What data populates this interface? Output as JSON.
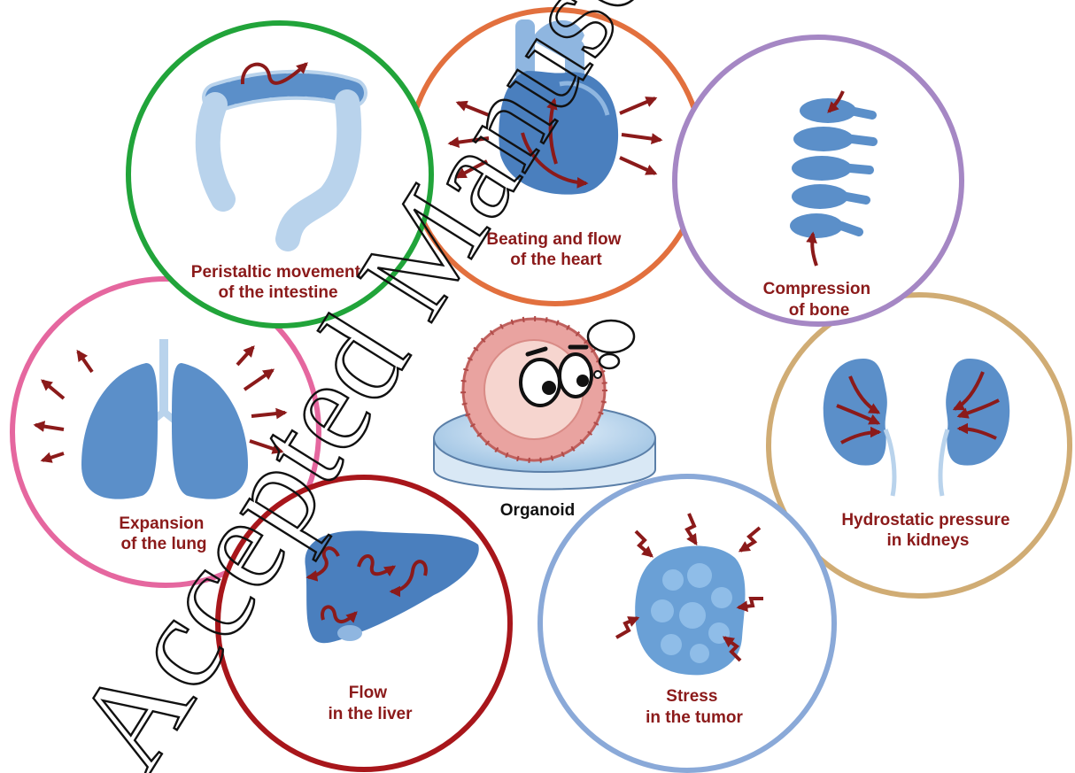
{
  "center": {
    "label": "Organoid"
  },
  "panels": [
    {
      "id": "intestine",
      "lines": [
        "Peristaltic movement",
        "of the intestine"
      ],
      "icon": "intestine-icon",
      "ring_color": "#21a43a"
    },
    {
      "id": "heart",
      "lines": [
        "Beating and flow",
        "of the heart"
      ],
      "icon": "heart-icon",
      "ring_color": "#e2703e"
    },
    {
      "id": "bone",
      "lines": [
        "Compression",
        "of bone"
      ],
      "icon": "spine-icon",
      "ring_color": "#a587c4"
    },
    {
      "id": "lung",
      "lines": [
        "Expansion",
        "of the lung"
      ],
      "icon": "lungs-icon",
      "ring_color": "#e5679f"
    },
    {
      "id": "kidney",
      "lines": [
        "Hydrostatic pressure",
        "in kidneys"
      ],
      "icon": "kidneys-icon",
      "ring_color": "#d0ac74"
    },
    {
      "id": "liver",
      "lines": [
        "Flow",
        "in the liver"
      ],
      "icon": "liver-icon",
      "ring_color": "#a8161b"
    },
    {
      "id": "tumor",
      "lines": [
        "Stress",
        "in the tumor"
      ],
      "icon": "tumor-icon",
      "ring_color": "#8aa9d8"
    }
  ],
  "watermark": "Accepted Manuscript",
  "colors": {
    "arrow": "#8b1a1a",
    "organ_blue": "#5b8fc9",
    "organ_light": "#b9d3ec"
  }
}
